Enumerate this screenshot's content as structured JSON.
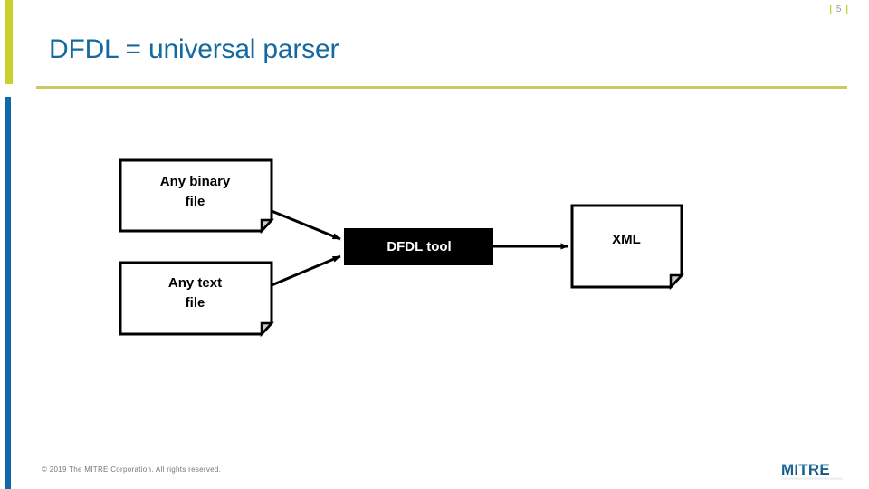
{
  "slide": {
    "title": "DFDL = universal parser",
    "page_indicator": {
      "left_bar": "|",
      "number": "5",
      "right_bar": "|"
    },
    "colors": {
      "title_blue": "#16699f",
      "accent_yellow": "#c9d12e",
      "accent_blue": "#0f69a8",
      "rule_olive": "#c6cc63",
      "box_black": "#000000",
      "box_white": "#ffffff",
      "fold_gray": "#c9c9c9"
    }
  },
  "diagram": {
    "type": "flowchart",
    "nodes": [
      {
        "id": "any-binary-file",
        "label": "Any binary\nfile",
        "shape": "document",
        "fill": "#ffffff",
        "text_color": "#000000"
      },
      {
        "id": "any-text-file",
        "label": "Any text\nfile",
        "shape": "document",
        "fill": "#ffffff",
        "text_color": "#000000"
      },
      {
        "id": "dfdl-tool",
        "label": "DFDL tool",
        "shape": "rectangle",
        "fill": "#000000",
        "text_color": "#ffffff"
      },
      {
        "id": "xml",
        "label": "XML",
        "shape": "document",
        "fill": "#ffffff",
        "text_color": "#000000"
      }
    ],
    "edges": [
      {
        "from": "any-binary-file",
        "to": "dfdl-tool",
        "style": "arrow"
      },
      {
        "from": "any-text-file",
        "to": "dfdl-tool",
        "style": "arrow"
      },
      {
        "from": "dfdl-tool",
        "to": "xml",
        "style": "arrow"
      }
    ]
  },
  "footer": {
    "copyright": "© 2019 The MITRE Corporation. All rights reserved.",
    "logo_text": "MITRE"
  }
}
